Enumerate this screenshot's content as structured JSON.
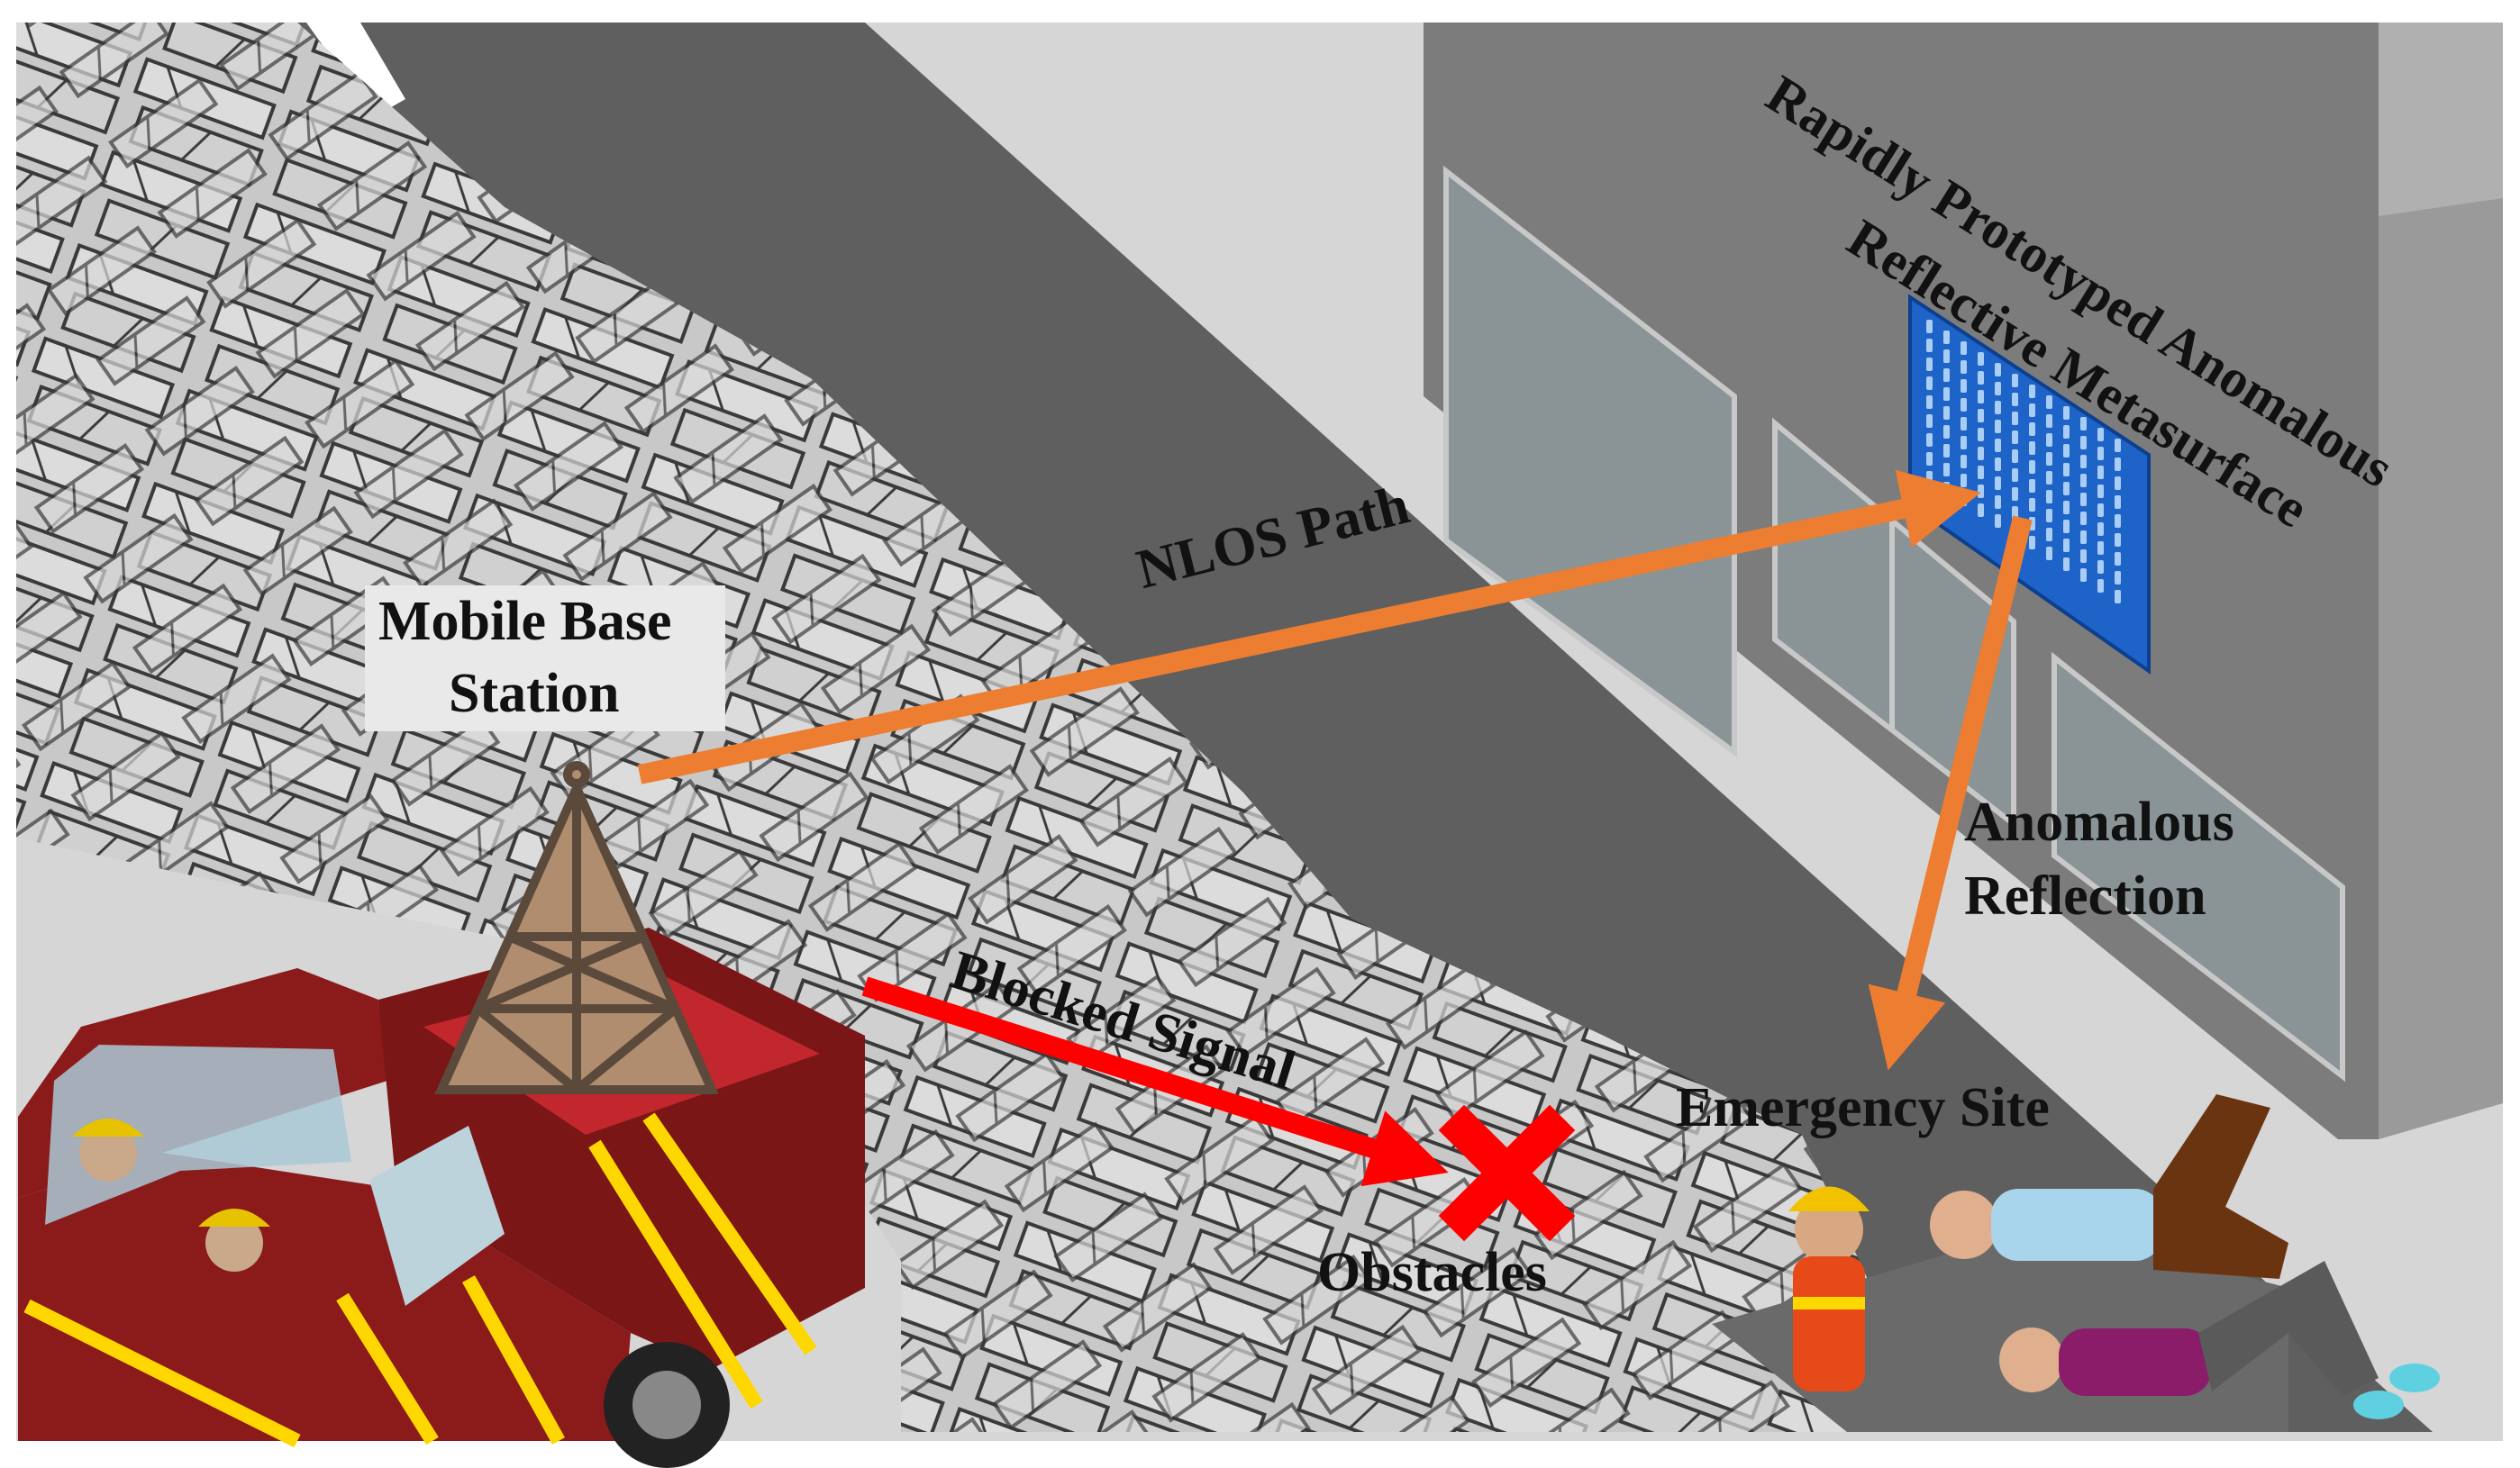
{
  "labels": {
    "mobile_base_station_line1": "Mobile Base",
    "mobile_base_station_line2": "Station",
    "nlos_path": "NLOS Path",
    "blocked_signal": "Blocked Signal",
    "obstacles": "Obstacles",
    "emergency_site": "Emergency Site",
    "anomalous_reflection_line1": "Anomalous",
    "anomalous_reflection_line2": "Reflection",
    "metasurface_line1": "Rapidly Prototyped Anomalous",
    "metasurface_line2": "Reflective Metasurface"
  },
  "colors": {
    "background": "#ffffff",
    "ground": "#d4d4d4",
    "road": "#5e5e5e",
    "building": "#7a7a7a",
    "rubble": "#cfcfcf",
    "metasurface": "#1e63c8",
    "nlos_arrow": "#ed7d31",
    "blocked_arrow": "#ff0000",
    "truck": "#8b1a1a",
    "truck_stripe": "#ffd700"
  }
}
